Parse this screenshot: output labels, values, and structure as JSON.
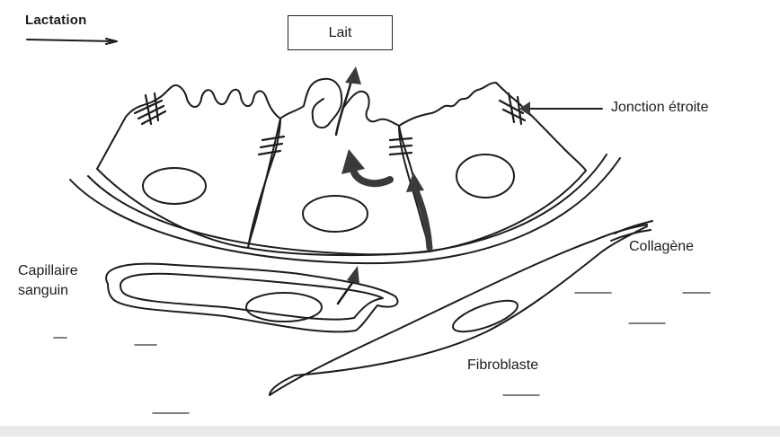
{
  "title": "Lactation",
  "labels": {
    "lait": "Lait",
    "jonction": "Jonction étroite",
    "collagene": "Collagène",
    "capillaire": "Capillaire",
    "sanguin": "sanguin",
    "fibroblaste": "Fibroblaste"
  },
  "colors": {
    "ink": "#1c1c1c",
    "arrow_fill": "#3a3a3a",
    "background": "#ffffff"
  }
}
